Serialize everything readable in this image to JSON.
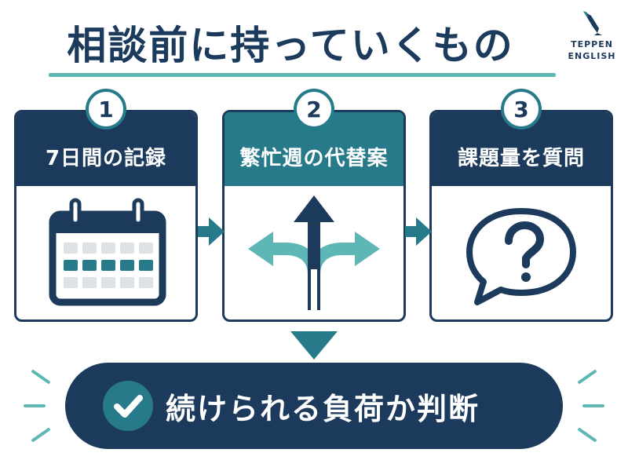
{
  "header": {
    "title": "相談前に持っていくもの",
    "logo_line1": "TEPPEN",
    "logo_line2": "ENGLISH"
  },
  "steps": [
    {
      "number": "1",
      "title": "7日間の記録",
      "icon": "calendar-icon"
    },
    {
      "number": "2",
      "title": "繁忙週の代替案",
      "icon": "branching-arrows-icon"
    },
    {
      "number": "3",
      "title": "課題量を質問",
      "icon": "question-speech-bubble-icon"
    }
  ],
  "result": {
    "text": "続けられる負荷か判断",
    "icon": "checkmark-icon"
  },
  "colors": {
    "navy": "#1b3a5c",
    "teal": "#277a8a",
    "light_teal": "#5fb7b5",
    "gray": "#dde2e6"
  }
}
